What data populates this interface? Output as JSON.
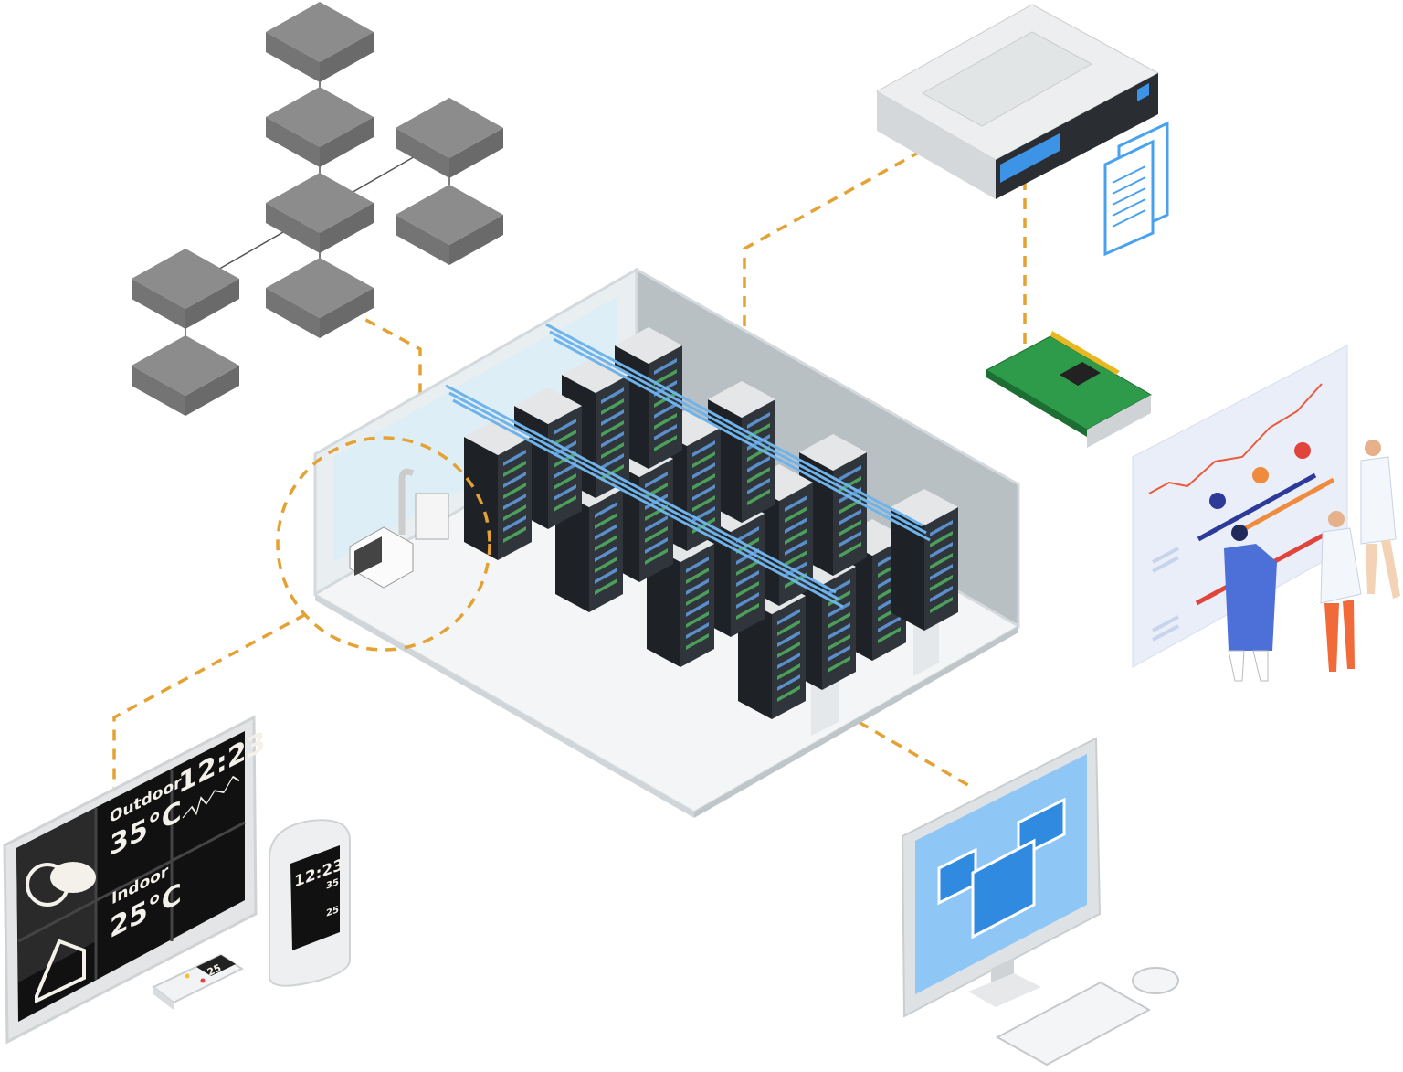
{
  "colors": {
    "connector": "#E3A233",
    "node_top": "#8c8c8c",
    "node_side": "#6a6a6a",
    "rack": "#2a2e33",
    "cable": "#6fb3ea",
    "screen_blue": "#3d93e6",
    "board_green": "#2e9b4a"
  },
  "tablet": {
    "outdoor_label": "Outdoor",
    "outdoor_temp": "35°C",
    "time": "12:23",
    "indoor_label": "Indoor",
    "indoor_temp": "25°C"
  },
  "thermostat": {
    "time": "12:23",
    "outdoor_value": "35",
    "indoor_value": "25"
  },
  "remote": {
    "display": "25"
  },
  "icons": [
    "sun-cloud-icon",
    "house-icon",
    "thermometer-icon",
    "wind-icon",
    "snowflake-icon",
    "waveform-icon",
    "document-icon"
  ]
}
